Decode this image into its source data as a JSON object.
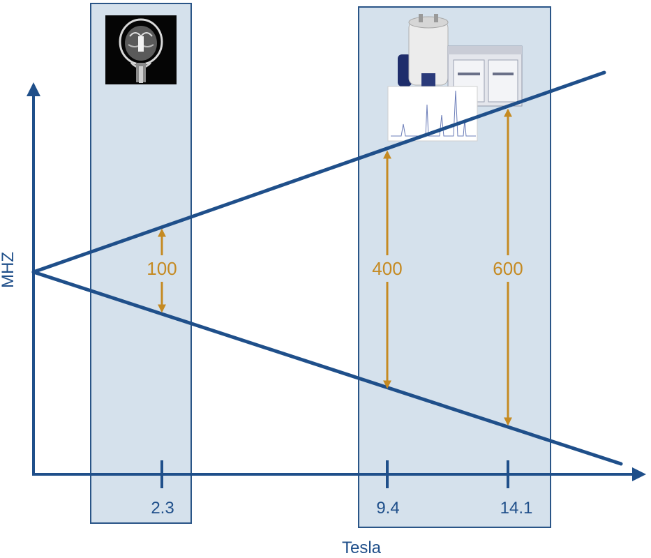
{
  "axes": {
    "y_label": "MHZ",
    "x_label": "Tesla"
  },
  "field_strengths": [
    {
      "tesla": "2.3",
      "frequency_mhz": "100"
    },
    {
      "tesla": "9.4",
      "frequency_mhz": "400"
    },
    {
      "tesla": "14.1",
      "frequency_mhz": "600"
    }
  ],
  "panels": [
    {
      "id": "mri",
      "icon": "brain-mri-scan-icon"
    },
    {
      "id": "nmr",
      "icon": "nmr-spectrometer-icon"
    }
  ],
  "colors": {
    "axis_blue": "#1f4f8a",
    "panel_fill": "#d5e1ec",
    "arrow_gold": "#c58a22"
  }
}
